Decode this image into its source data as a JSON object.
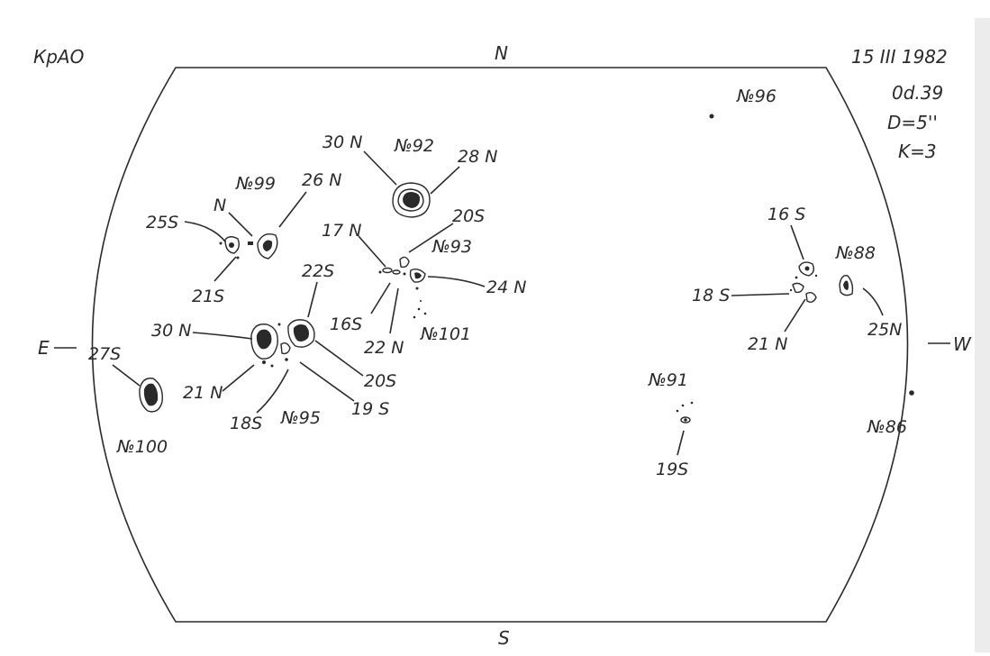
{
  "header": {
    "observatory": "КрАО",
    "date": "15 III 1982",
    "time": "0d.39",
    "diameter": "D=5''",
    "k_value": "K=3"
  },
  "directions": {
    "north": "N",
    "south": "S",
    "east": "E",
    "west": "W"
  },
  "groups": [
    {
      "id": "N96",
      "label": "№96",
      "annotations": []
    },
    {
      "id": "N92",
      "label": "№92",
      "annotations": [
        "30 N",
        "28 N"
      ]
    },
    {
      "id": "N99",
      "label": "№99",
      "annotations": [
        "26 N",
        "N",
        "25S",
        "21S"
      ]
    },
    {
      "id": "N93",
      "label": "№93",
      "annotations": [
        "17 N",
        "20S",
        "24 N",
        "16S",
        "22 N"
      ]
    },
    {
      "id": "N101",
      "label": "№101",
      "annotations": []
    },
    {
      "id": "N95",
      "label": "№95",
      "annotations": [
        "22S",
        "30 N",
        "21 N",
        "18S",
        "20S",
        "19 S"
      ]
    },
    {
      "id": "N100",
      "label": "№100",
      "annotations": [
        "27S"
      ]
    },
    {
      "id": "N88",
      "label": "№88",
      "annotations": [
        "16 S",
        "18 S",
        "21 N",
        "25N"
      ]
    },
    {
      "id": "N91",
      "label": "№91",
      "annotations": [
        "19S"
      ]
    },
    {
      "id": "N86",
      "label": "№86",
      "annotations": []
    }
  ]
}
